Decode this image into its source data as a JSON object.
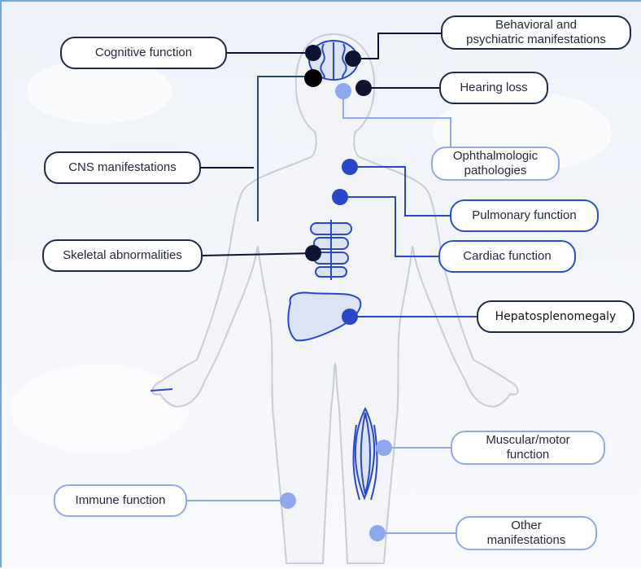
{
  "labels": {
    "cognitive": "Cognitive function",
    "behavioral": "Behavioral and\npsychiatric manifestations",
    "hearing": "Hearing loss",
    "ophthalmologic": "Ophthalmologic\npathologies",
    "cns": "CNS manifestations",
    "pulmonary": "Pulmonary function",
    "cardiac": "Cardiac function",
    "skeletal": "Skeletal abnormalities",
    "hepatosplenomegaly": "Hepatosplenomegaly",
    "muscular": "Muscular/motor\nfunction",
    "immune": "Immune function",
    "other": "Other\nmanifestations"
  },
  "colors": {
    "dark": "#0d1330",
    "mid": "#2947c9",
    "light": "#8ea8ec",
    "body_fill": "#f3f4f7",
    "body_stroke": "#c9ccd6",
    "organ_fill": "#dde3f7",
    "organ_stroke": "#2947c9"
  }
}
